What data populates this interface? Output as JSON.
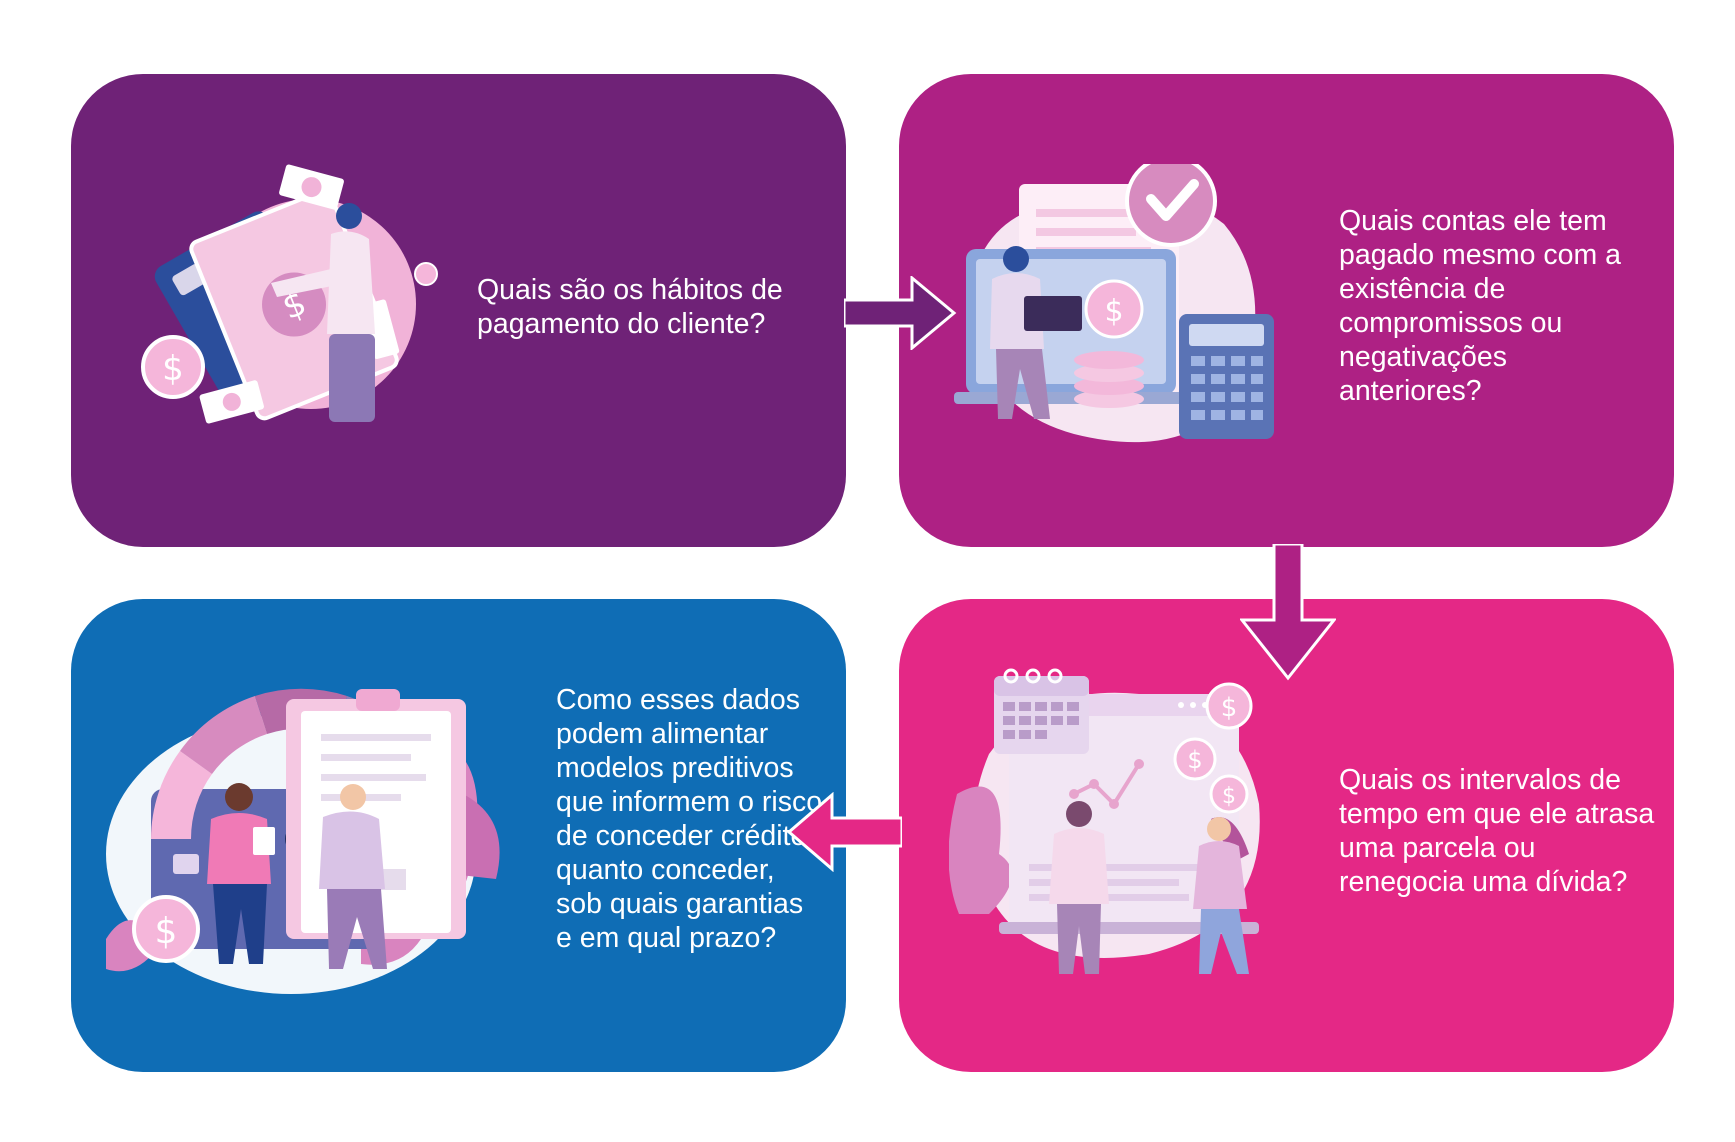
{
  "colors": {
    "card1": "#6f2277",
    "card2": "#ae2184",
    "card3": "#e42886",
    "card4": "#0f6db5",
    "text": "#ffffff"
  },
  "steps": [
    {
      "id": "habits",
      "text": "Quais são os hábitos de pagamento do cliente?",
      "illustration": "person-holding-money-icon"
    },
    {
      "id": "bills-paid",
      "text": "Quais contas ele tem pagado mesmo com a existência de compromissos ou negativações anteriores?",
      "illustration": "person-with-laptop-calculator-icon"
    },
    {
      "id": "delay-intervals",
      "text": "Quais os intervalos de tempo em que ele atrasa uma parcela ou renegocia uma dívida?",
      "illustration": "people-with-calendar-chart-icon"
    },
    {
      "id": "predictive-models",
      "text": "Como esses dados podem alimentar modelos preditivos que informem o risco de conceder crédito, quanto conceder, sob quais garantias e em qual prazo?",
      "illustration": "people-with-credit-gauge-icon"
    }
  ],
  "flow": [
    "habits",
    "bills-paid",
    "delay-intervals",
    "predictive-models"
  ]
}
